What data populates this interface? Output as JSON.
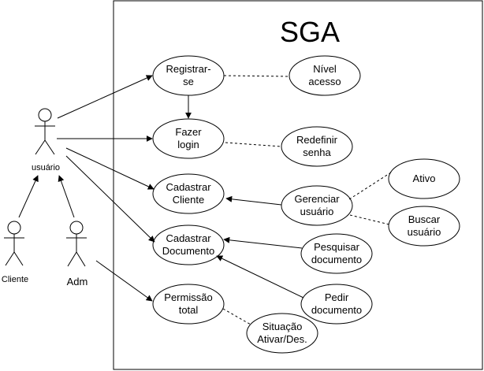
{
  "system": {
    "title": "SGA"
  },
  "actors": {
    "usuario": "usuário",
    "cliente": "Cliente",
    "adm": "Adm"
  },
  "use_cases": {
    "registrar": [
      "Registrar-",
      "se"
    ],
    "nivel": [
      "Nível",
      "acesso"
    ],
    "login": [
      "Fazer",
      "login"
    ],
    "redefinir": [
      "Redefinir",
      "senha"
    ],
    "cad_cliente": [
      "Cadastrar",
      "Cliente"
    ],
    "gerenciar": [
      "Gerenciar",
      "usuário"
    ],
    "ativo": [
      "Ativo"
    ],
    "buscar": [
      "Buscar",
      "usuário"
    ],
    "cad_documento": [
      "Cadastrar",
      "Documento"
    ],
    "pesquisar": [
      "Pesquisar",
      "documento"
    ],
    "pedir": [
      "Pedir",
      "documento"
    ],
    "permissao": [
      "Permissão",
      "total"
    ],
    "situacao": [
      "Situação",
      "Ativar/Des."
    ]
  }
}
